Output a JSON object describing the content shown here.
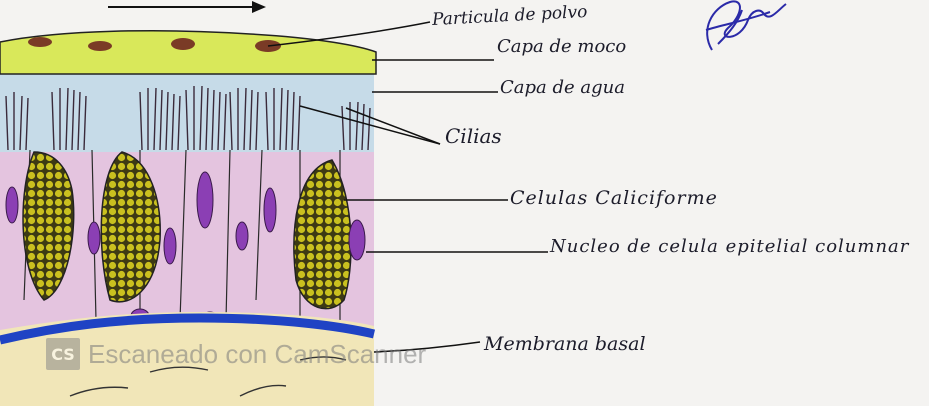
{
  "diagram": {
    "labels": {
      "dust_particle": "Particula de polvo",
      "mucus_layer": "Capa de moco",
      "water_layer": "Capa de agua",
      "cilia": "Cilias",
      "goblet_cells": "Celulas Caliciforme",
      "columnar_nucleus": "Nucleo de celula epitelial columnar",
      "basement_membrane": "Membrana basal"
    }
  },
  "watermark": {
    "logo_text": "CS",
    "text": "Escaneado con CamScanner"
  }
}
